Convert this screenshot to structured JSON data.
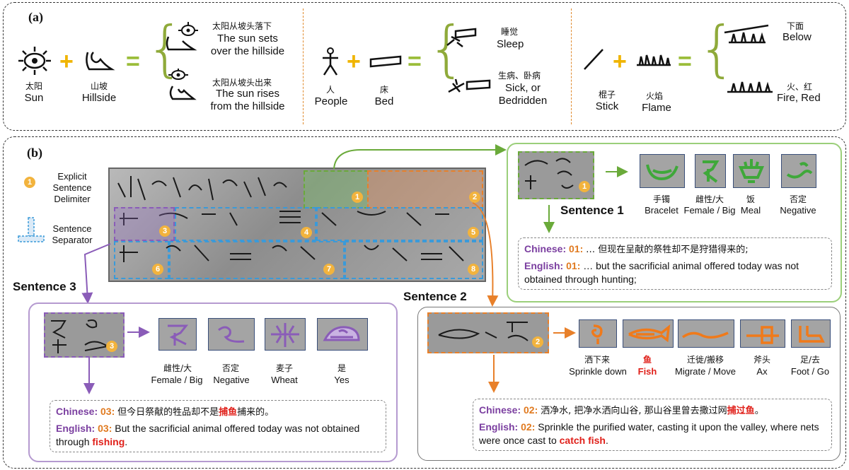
{
  "panel_a": {
    "tag": "(a)",
    "group1": {
      "left_cn": "太阳",
      "left_en": "Sun",
      "mid_cn": "山坡",
      "mid_en": "Hillside",
      "r1_cn": "太阳从坡头落下",
      "r1_en1": "The sun sets",
      "r1_en2": "over the hillside",
      "r2_cn": "太阳从坡头出来",
      "r2_en1": "The sun rises",
      "r2_en2": "from the hillside"
    },
    "group2": {
      "left_cn": "人",
      "left_en": "People",
      "mid_cn": "床",
      "mid_en": "Bed",
      "r1_cn": "睡觉",
      "r1_en": "Sleep",
      "r2_cn": "生病、卧病",
      "r2_en1": "Sick, or",
      "r2_en2": "Bedridden"
    },
    "group3": {
      "left_cn": "棍子",
      "left_en": "Stick",
      "mid_cn": "火焰",
      "mid_en": "Flame",
      "r1_cn": "下面",
      "r1_en": "Below",
      "r2_cn": "火、红",
      "r2_en": "Fire, Red"
    }
  },
  "panel_b": {
    "tag": "(b)",
    "legend": {
      "badge": "1",
      "delim_line1": "Explicit",
      "delim_line2": "Sentence",
      "delim_line3": "Delimiter",
      "sep_line1": "Sentence",
      "sep_line2": "Separator"
    },
    "markers": [
      "1",
      "2",
      "3",
      "4",
      "5",
      "6",
      "7",
      "8"
    ],
    "sentence1": {
      "title": "Sentence 1",
      "badge": "1",
      "words": [
        {
          "cn": "手镯",
          "en": "Bracelet"
        },
        {
          "cn": "雌性/大",
          "en": "Female / Big"
        },
        {
          "cn": "饭",
          "en": "Meal"
        },
        {
          "cn": "否定",
          "en": "Negative"
        }
      ],
      "chinese_label": "Chinese:",
      "num": "01:",
      "chinese": "… 但现在呈献的祭牲却不是狩猎得来的;",
      "english_label": "English:",
      "english": "… but the sacrificial animal offered today was not obtained through hunting;"
    },
    "sentence2": {
      "title": "Sentence 2",
      "badge": "2",
      "words": [
        {
          "cn": "洒下来",
          "en": "Sprinkle down"
        },
        {
          "cn": "鱼",
          "en": "Fish"
        },
        {
          "cn": "迁徙/搬移",
          "en": "Migrate / Move"
        },
        {
          "cn": "斧头",
          "en": "Ax"
        },
        {
          "cn": "足/去",
          "en": "Foot / Go"
        }
      ],
      "chinese_label": "Chinese:",
      "num": "02:",
      "chinese_pre": "洒净水, 把净水洒向山谷, 那山谷里曾去撒过网",
      "chinese_red": "捕过鱼",
      "chinese_post": "。",
      "english_label": "English:",
      "english_pre": "Sprinkle the purified water, casting it upon the valley, where nets were once cast to ",
      "english_red": "catch fish",
      "english_post": "."
    },
    "sentence3": {
      "title": "Sentence 3",
      "badge": "3",
      "words": [
        {
          "cn": "雌性/大",
          "en": "Female / Big"
        },
        {
          "cn": "否定",
          "en": "Negative"
        },
        {
          "cn": "麦子",
          "en": "Wheat"
        },
        {
          "cn": "是",
          "en": "Yes"
        }
      ],
      "chinese_label": "Chinese:",
      "num": "03:",
      "chinese_pre": "但今日祭献的牲品却不是",
      "chinese_red": "捕鱼",
      "chinese_post": "捕来的。",
      "english_label": "English:",
      "english_pre": "But the sacrificial animal offered today was not obtained through ",
      "english_red": "fishing",
      "english_post": "."
    }
  },
  "colors": {
    "green": "#6aaa3a",
    "orange": "#e8802a",
    "purple": "#8a5cb8",
    "badge": "#f2b33d",
    "blue_dash": "#3a9ad9"
  }
}
